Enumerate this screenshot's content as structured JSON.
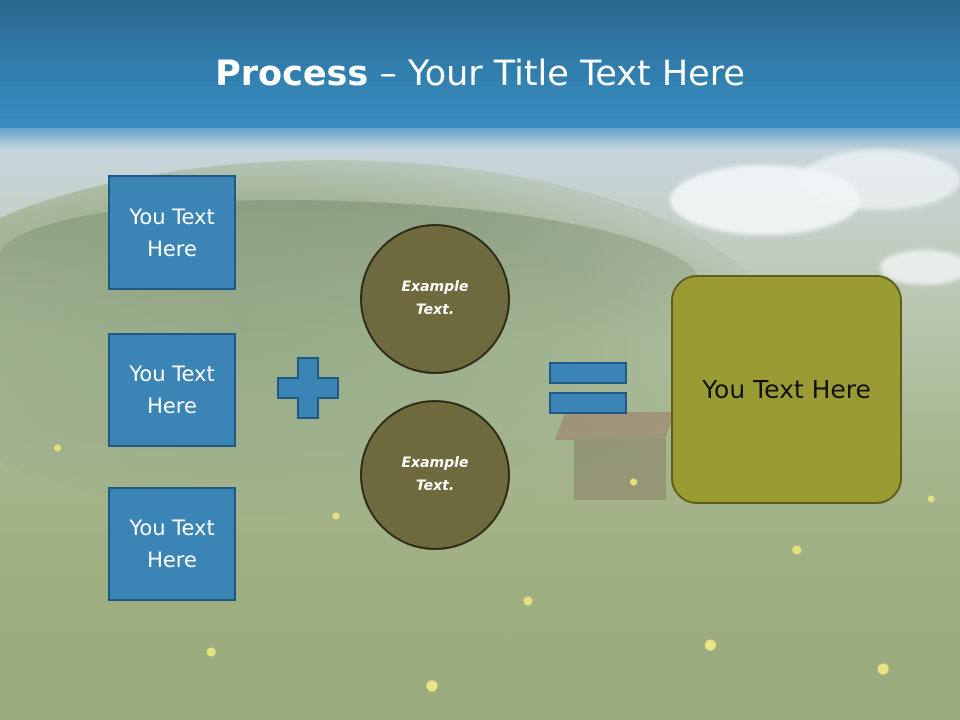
{
  "header": {
    "title_bold": "Process",
    "title_rest": " – Your Title Text Here"
  },
  "inputs": [
    {
      "label": "You Text Here"
    },
    {
      "label": "You Text Here"
    },
    {
      "label": "You Text Here"
    }
  ],
  "circles": [
    {
      "label": "Example Text."
    },
    {
      "label": "Example Text."
    }
  ],
  "result": {
    "label": "You Text Here"
  },
  "colors": {
    "header": "#3180b0",
    "box": "#3a84b6",
    "circle": "#6e6a3e",
    "result": "#9a9b33"
  },
  "icons": {
    "operator_1": "plus-icon",
    "operator_2": "equals-icon"
  }
}
